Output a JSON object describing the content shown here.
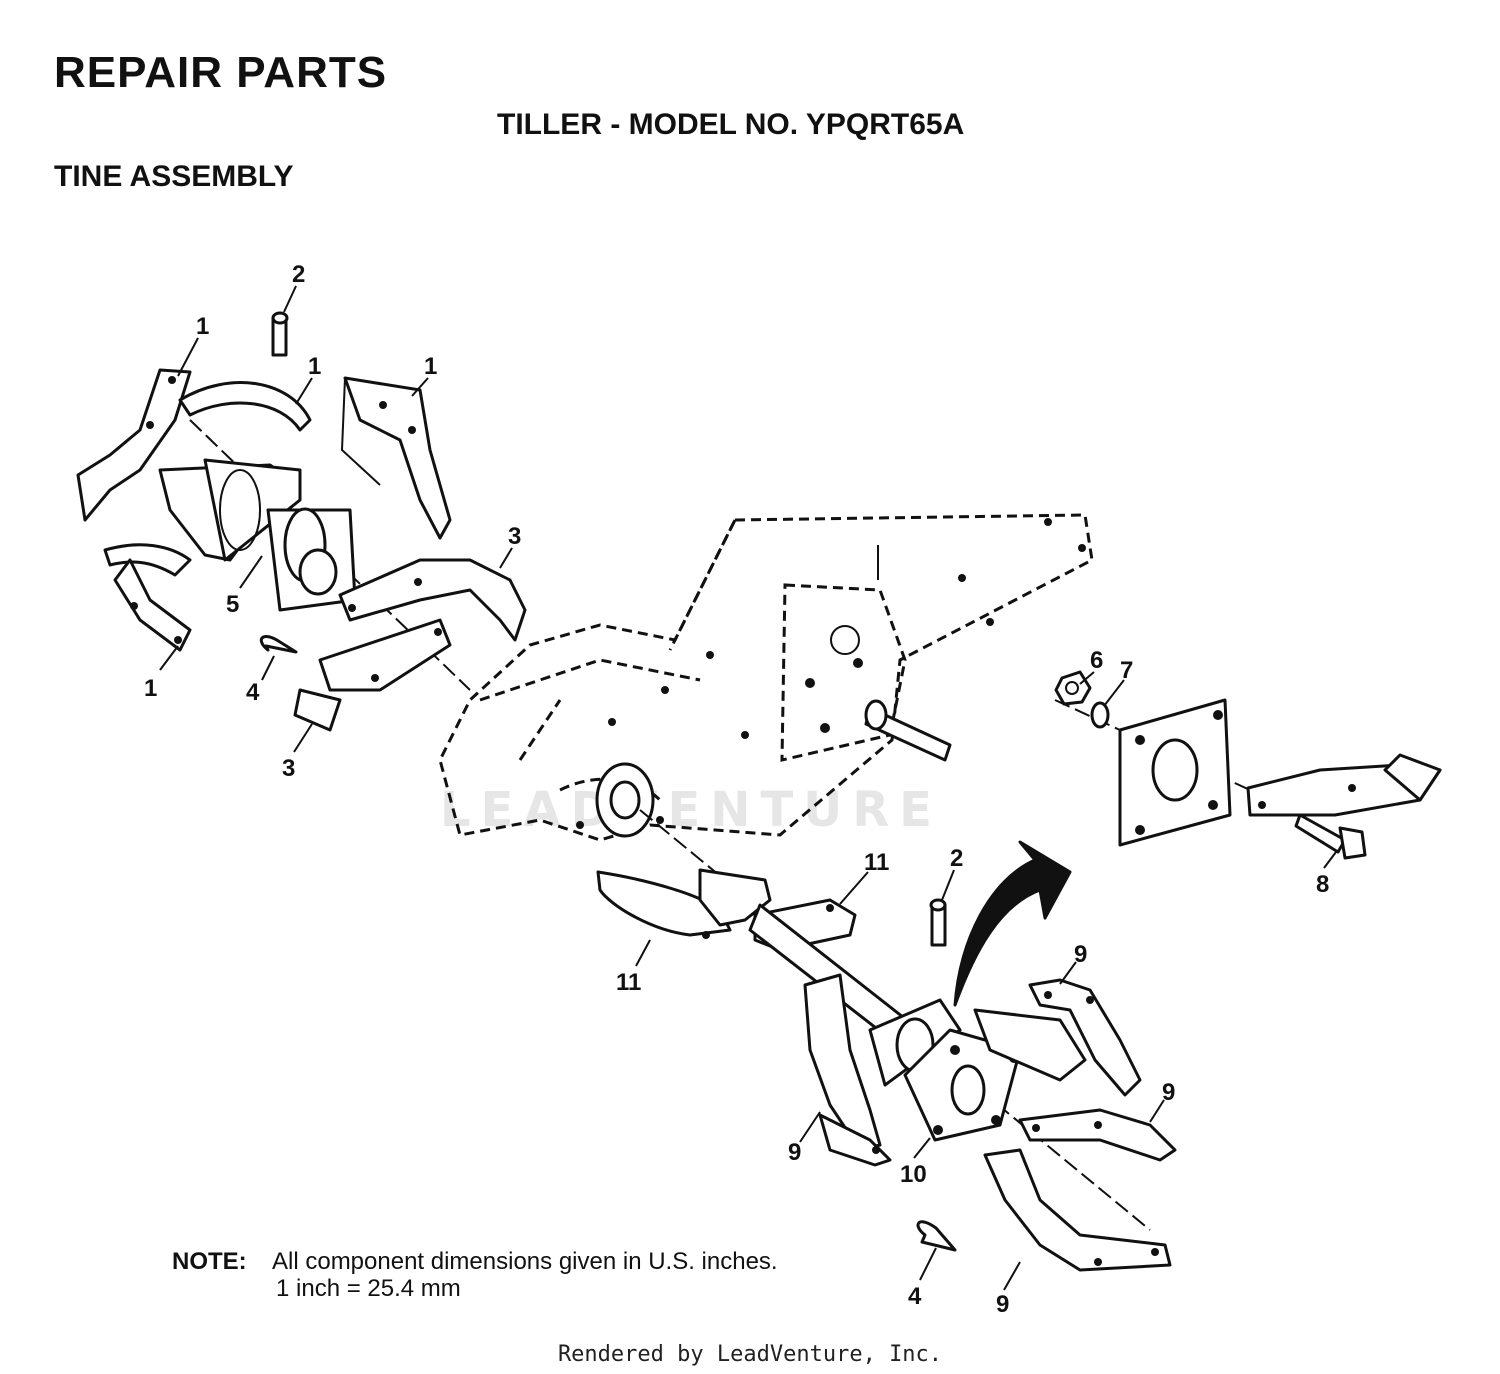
{
  "header": {
    "title": "REPAIR PARTS",
    "model": "TILLER - MODEL NO. YPQRT65A",
    "section": "TINE ASSEMBLY"
  },
  "callouts": [
    {
      "id": "c1a",
      "label": "1"
    },
    {
      "id": "c1b",
      "label": "1"
    },
    {
      "id": "c1c",
      "label": "1"
    },
    {
      "id": "c1d",
      "label": "1"
    },
    {
      "id": "c2a",
      "label": "2"
    },
    {
      "id": "c2b",
      "label": "2"
    },
    {
      "id": "c3a",
      "label": "3"
    },
    {
      "id": "c3b",
      "label": "3"
    },
    {
      "id": "c4a",
      "label": "4"
    },
    {
      "id": "c4b",
      "label": "4"
    },
    {
      "id": "c5",
      "label": "5"
    },
    {
      "id": "c6",
      "label": "6"
    },
    {
      "id": "c7",
      "label": "7"
    },
    {
      "id": "c8",
      "label": "8"
    },
    {
      "id": "c9a",
      "label": "9"
    },
    {
      "id": "c9b",
      "label": "9"
    },
    {
      "id": "c9c",
      "label": "9"
    },
    {
      "id": "c9d",
      "label": "9"
    },
    {
      "id": "c10",
      "label": "10"
    },
    {
      "id": "c11a",
      "label": "11"
    },
    {
      "id": "c11b",
      "label": "11"
    }
  ],
  "note": {
    "label": "NOTE:",
    "line1": "All component dimensions given in U.S. inches.",
    "line2": "1 inch = 25.4 mm"
  },
  "watermark": "LEADVENTURE",
  "footer": "Rendered by LeadVenture, Inc."
}
